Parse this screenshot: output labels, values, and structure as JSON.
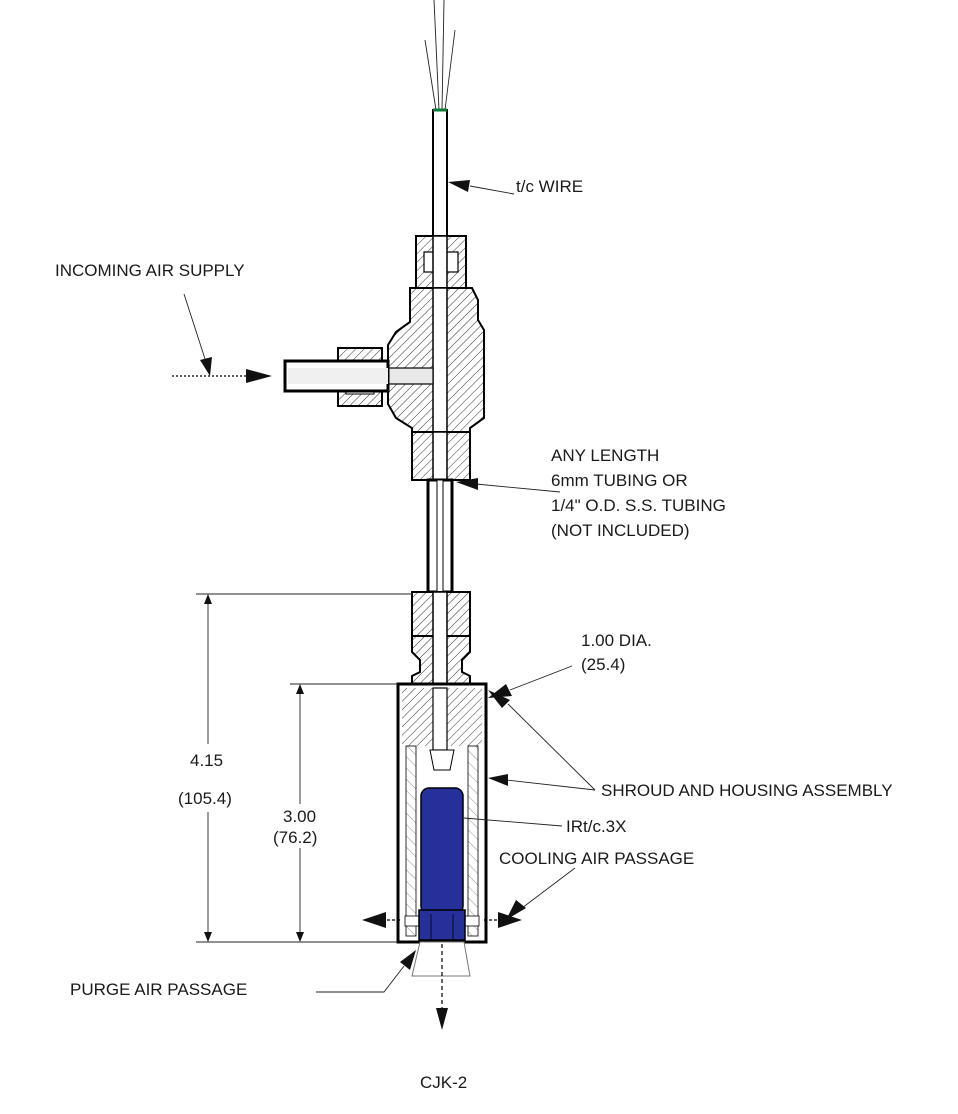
{
  "diagram": {
    "labels": {
      "tc_wire": "t/c WIRE",
      "incoming_air": "INCOMING AIR SUPPLY",
      "tubing_1": "ANY LENGTH",
      "tubing_2": "6mm TUBING OR",
      "tubing_3": "1/4\" O.D. S.S. TUBING",
      "tubing_4": "(NOT INCLUDED)",
      "dia_1": "1.00 DIA.",
      "dia_2": "(25.4)",
      "overall_in": "4.15",
      "overall_mm": "(105.4)",
      "housing_in": "3.00",
      "housing_mm": "(76.2)",
      "shroud": "SHROUD AND HOUSING ASSEMBLY",
      "sensor": "IRt/c.3X",
      "cooling": "COOLING AIR PASSAGE",
      "purge": "PURGE AIR PASSAGE",
      "figure_id": "CJK-2"
    },
    "colors": {
      "sensor_fill": "#25309a",
      "line": "#000000"
    }
  }
}
